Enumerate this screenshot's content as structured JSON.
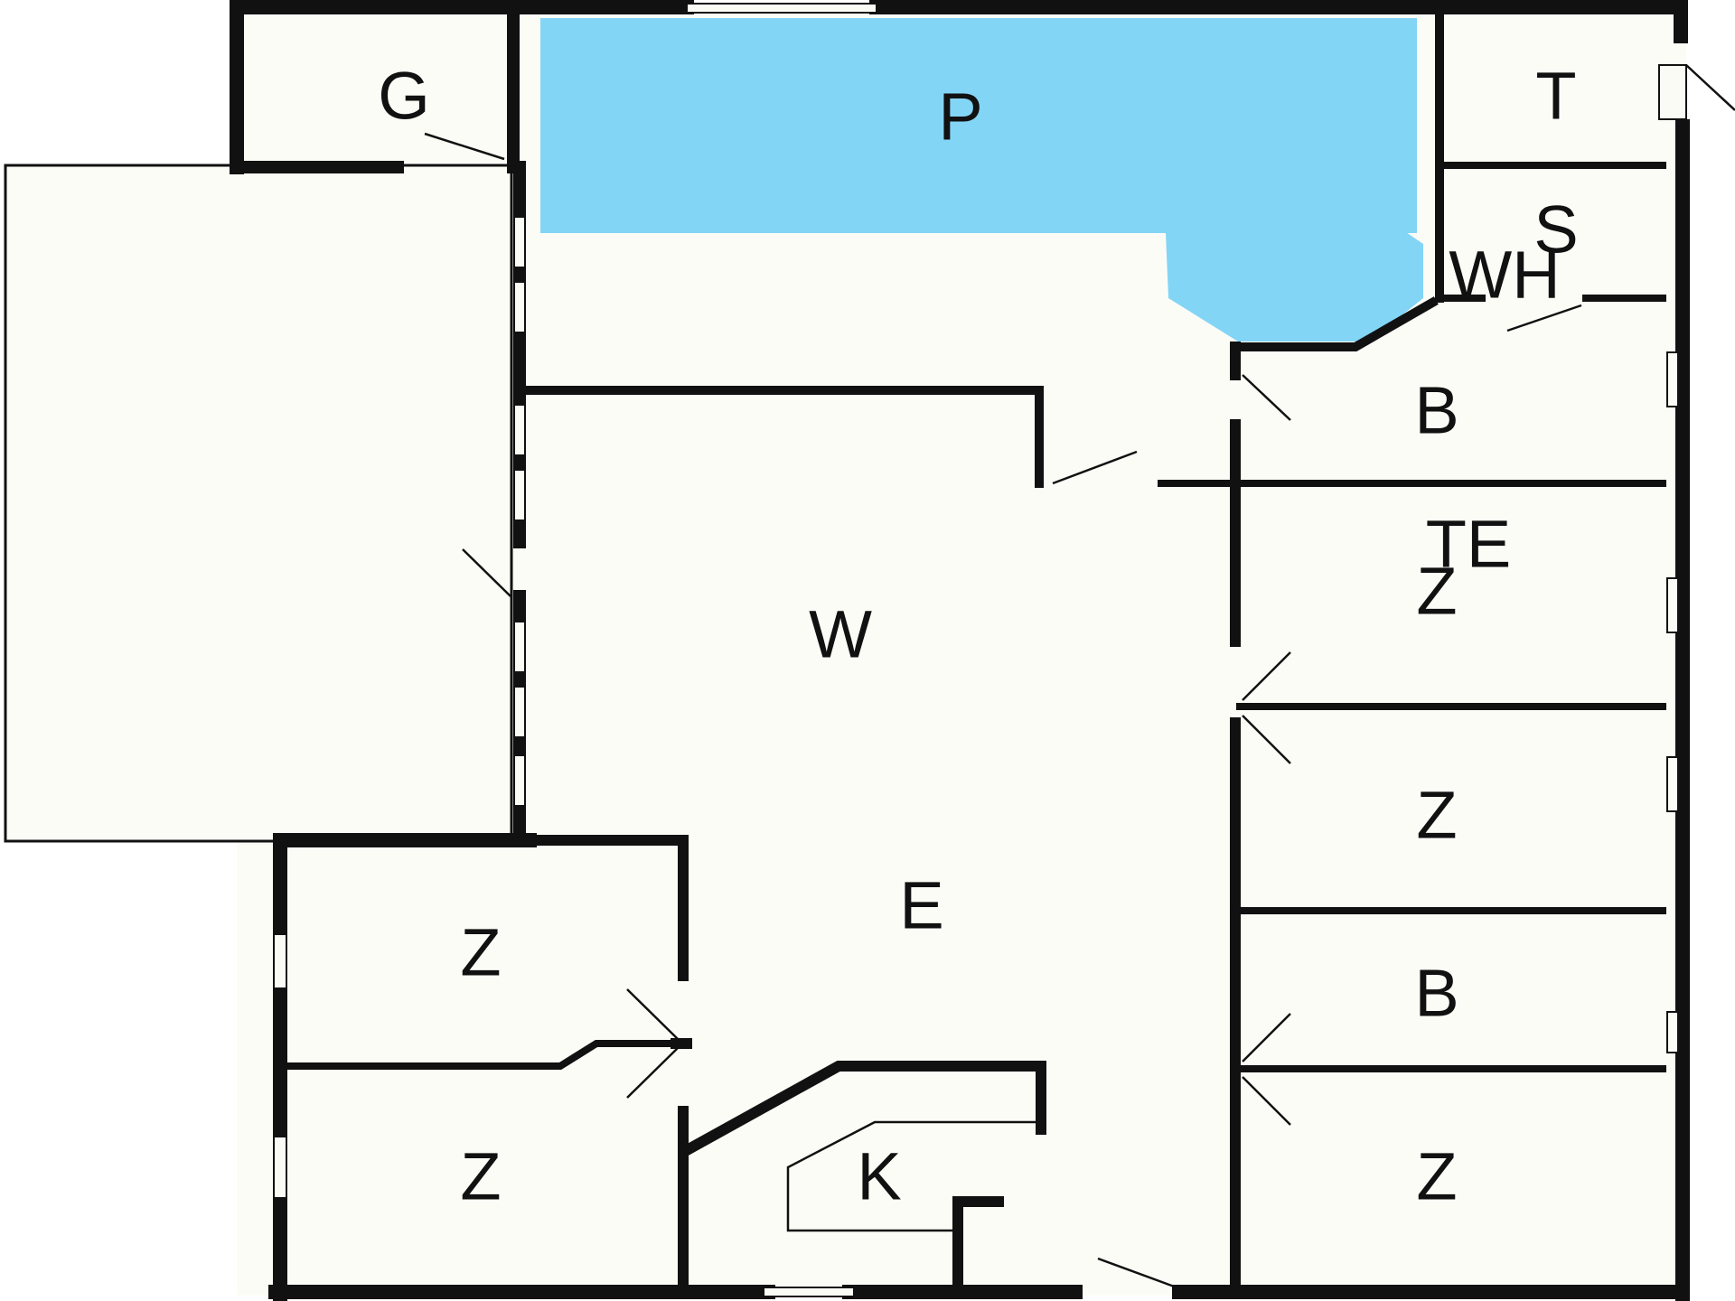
{
  "colors": {
    "floor": "#fcfcf7",
    "wall": "#111111",
    "pool": "#83d5f6"
  },
  "rooms": {
    "G": "G",
    "P": "P",
    "T": "T",
    "S": "S",
    "WH": "WH",
    "B_upper": "B",
    "TE": "TE",
    "Z_right_upper": "Z",
    "W": "W",
    "Z_right_middle": "Z",
    "E": "E",
    "Z_left_upper": "Z",
    "B_lower": "B",
    "Z_left_lower": "Z",
    "K": "K",
    "Z_right_lower": "Z"
  }
}
